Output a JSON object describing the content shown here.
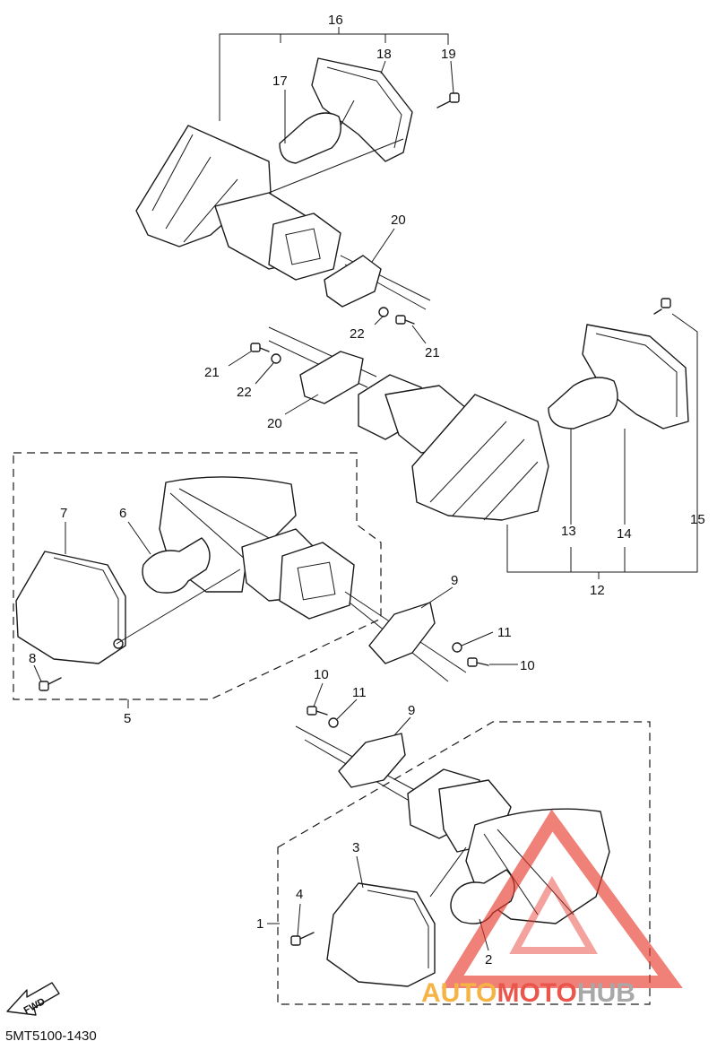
{
  "diagram_code": "5MT5100-1430",
  "fwd_label": "FWD",
  "watermark": {
    "text_part1": "AUTO",
    "text_part2": "MOTO",
    "text_part3": "HUB",
    "color_orange": "#f5a623",
    "color_red": "#e8392d",
    "color_gray": "#9a9a9a"
  },
  "callouts": {
    "c1": "1",
    "c2": "2",
    "c3": "3",
    "c4": "4",
    "c5": "5",
    "c6": "6",
    "c7": "7",
    "c8": "8",
    "c9a": "9",
    "c9b": "9",
    "c10a": "10",
    "c10b": "10",
    "c11a": "11",
    "c11b": "11",
    "c12": "12",
    "c13": "13",
    "c14": "14",
    "c15": "15",
    "c16": "16",
    "c17": "17",
    "c18": "18",
    "c19": "19",
    "c20a": "20",
    "c20b": "20",
    "c21a": "21",
    "c21b": "21",
    "c22a": "22",
    "c22b": "22"
  }
}
